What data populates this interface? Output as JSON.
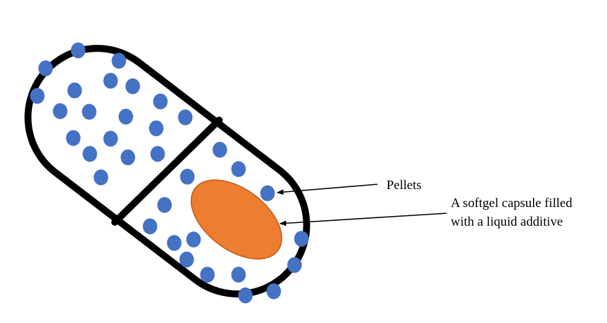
{
  "labels": {
    "pellets": "Pellets",
    "softgel_line1": "A softgel capsule filled",
    "softgel_line2": "with a liquid additive"
  },
  "colors": {
    "capsule_outline": "#000000",
    "pellet": "#4472C4",
    "softgel_fill": "#ED7D31",
    "softgel_outline": "#C55A11",
    "background": "#FFFFFF"
  }
}
